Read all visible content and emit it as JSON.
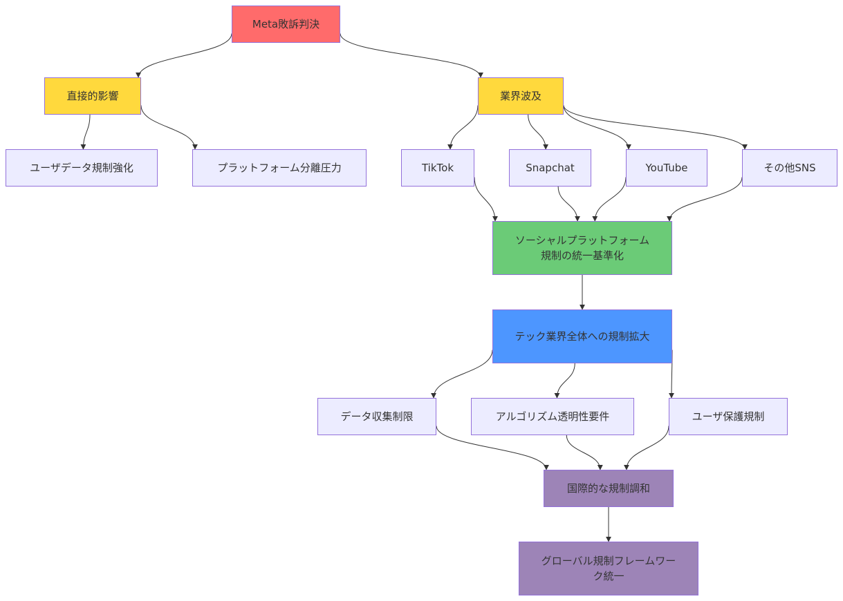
{
  "nodes": [
    {
      "id": "meta",
      "label": "Meta敗訴判決",
      "fill": "#ff6b6b",
      "stroke": "#9370DB"
    },
    {
      "id": "direct",
      "label": "直接的影響",
      "fill": "#ffd93d",
      "stroke": "#9370DB"
    },
    {
      "id": "industry",
      "label": "業界波及",
      "fill": "#ffd93d",
      "stroke": "#9370DB"
    },
    {
      "id": "userdata",
      "label": "ユーザデータ規制強化",
      "fill": "#ECECFF",
      "stroke": "#9370DB"
    },
    {
      "id": "split",
      "label": "プラットフォーム分離圧力",
      "fill": "#ECECFF",
      "stroke": "#9370DB"
    },
    {
      "id": "tiktok",
      "label": "TikTok",
      "fill": "#ECECFF",
      "stroke": "#9370DB"
    },
    {
      "id": "snapchat",
      "label": "Snapchat",
      "fill": "#ECECFF",
      "stroke": "#9370DB"
    },
    {
      "id": "youtube",
      "label": "YouTube",
      "fill": "#ECECFF",
      "stroke": "#9370DB"
    },
    {
      "id": "othersns",
      "label": "その他SNS",
      "fill": "#ECECFF",
      "stroke": "#9370DB"
    },
    {
      "id": "standard",
      "label": "ソーシャルプラットフォーム規制の統一基準化",
      "fill": "#6bcb77",
      "stroke": "#9370DB"
    },
    {
      "id": "expand",
      "label": "テック業界全体への規制拡大",
      "fill": "#4d96ff",
      "stroke": "#9370DB"
    },
    {
      "id": "collect",
      "label": "データ収集制限",
      "fill": "#ECECFF",
      "stroke": "#9370DB"
    },
    {
      "id": "algo",
      "label": "アルゴリズム透明性要件",
      "fill": "#ECECFF",
      "stroke": "#9370DB"
    },
    {
      "id": "protect",
      "label": "ユーザ保護規制",
      "fill": "#ECECFF",
      "stroke": "#9370DB"
    },
    {
      "id": "intl",
      "label": "国際的な規制調和",
      "fill": "#9d84b7",
      "stroke": "#9370DB"
    },
    {
      "id": "global",
      "label": "グローバル規制フレームワーク統一",
      "fill": "#9d84b7",
      "stroke": "#9370DB"
    }
  ],
  "edges": [
    {
      "from": "meta",
      "to": "direct"
    },
    {
      "from": "meta",
      "to": "industry"
    },
    {
      "from": "direct",
      "to": "userdata"
    },
    {
      "from": "direct",
      "to": "split"
    },
    {
      "from": "industry",
      "to": "tiktok"
    },
    {
      "from": "industry",
      "to": "snapchat"
    },
    {
      "from": "industry",
      "to": "youtube"
    },
    {
      "from": "industry",
      "to": "othersns"
    },
    {
      "from": "tiktok",
      "to": "standard"
    },
    {
      "from": "snapchat",
      "to": "standard"
    },
    {
      "from": "youtube",
      "to": "standard"
    },
    {
      "from": "othersns",
      "to": "standard"
    },
    {
      "from": "standard",
      "to": "expand"
    },
    {
      "from": "expand",
      "to": "collect"
    },
    {
      "from": "expand",
      "to": "algo"
    },
    {
      "from": "expand",
      "to": "protect"
    },
    {
      "from": "collect",
      "to": "intl"
    },
    {
      "from": "algo",
      "to": "intl"
    },
    {
      "from": "protect",
      "to": "intl"
    },
    {
      "from": "intl",
      "to": "global"
    }
  ],
  "colors": {
    "edge": "#333333",
    "text": "#333333"
  }
}
